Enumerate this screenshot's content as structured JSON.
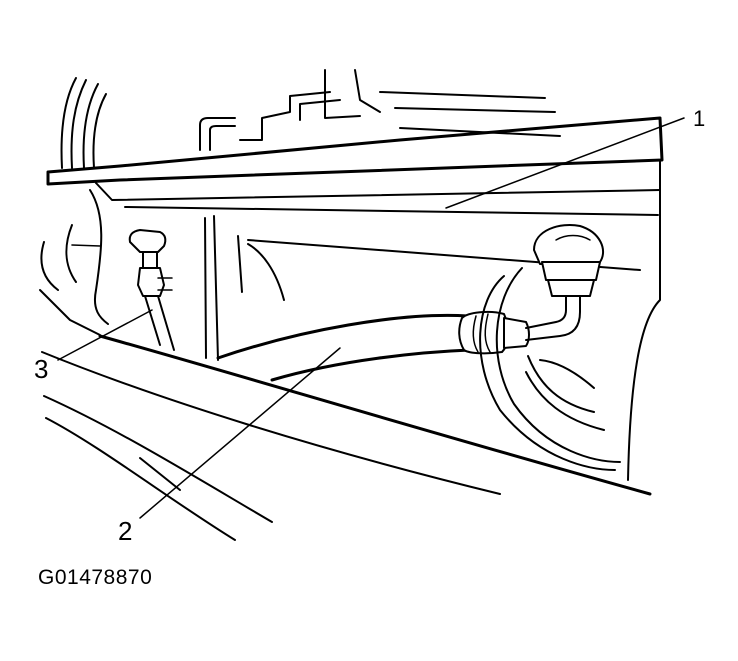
{
  "callouts": {
    "one": "1",
    "two": "2",
    "three": "3"
  },
  "figure_id": "G01478870"
}
